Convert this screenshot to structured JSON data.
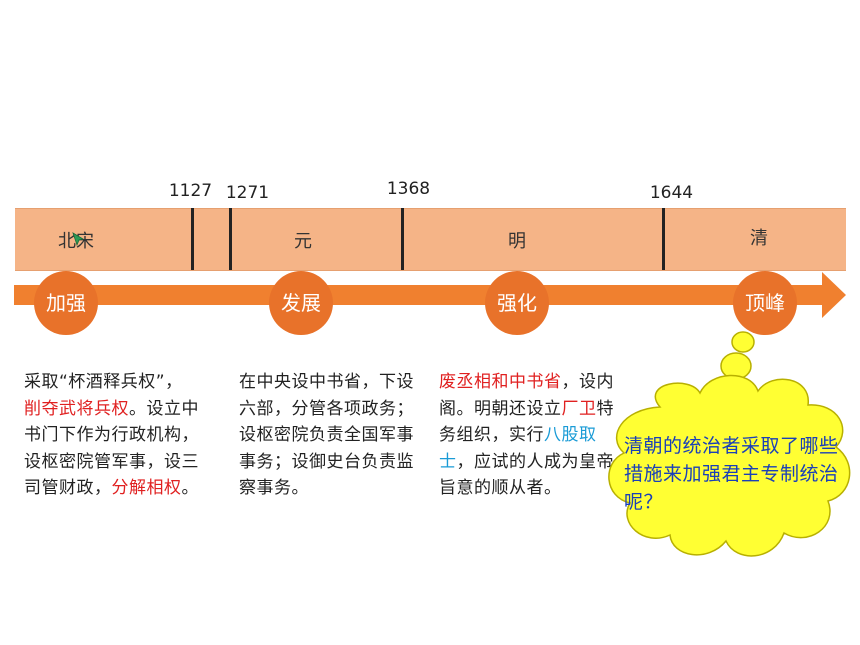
{
  "years": [
    {
      "value": "1127",
      "unit": "年"
    },
    {
      "value": "1271",
      "unit": "年"
    },
    {
      "value": "1368",
      "unit": "年"
    },
    {
      "value": "1644",
      "unit": "年"
    }
  ],
  "dynasties": [
    "北宋",
    "元",
    "明",
    "清"
  ],
  "stages": [
    "加强",
    "发展",
    "强化",
    "顶峰"
  ],
  "descriptions": {
    "song": {
      "p1": "采取“杯酒释兵权”，",
      "r1": "削夺武将兵权",
      "p2": "。设立中书门下作为行政机构，设枢密院管军事，设三司管财政，",
      "r2": "分解相权",
      "p3": "。"
    },
    "yuan": "在中央设中书省，下设六部，分管各项政务；设枢密院负责全国军事事务；设御史台负责监察事务。",
    "ming": {
      "r1": "废丞相和中书省",
      "p1": "，设内阁。明朝还设立",
      "r2": "厂卫",
      "p2": "特务组织，实行",
      "b1": "八股取士",
      "p3": "，应试的人成为皇帝旨意的顺从者。"
    }
  },
  "question": "清朝的统治者采取了哪些措施来加强君主专制统治呢？",
  "colors": {
    "band": "#f5b487",
    "arrow": "#f0802f",
    "circle": "#e8722a",
    "highlight_red": "#e02020",
    "highlight_blue": "#1a9bd6",
    "cloud_fill": "#ffff33",
    "question_text": "#1a40b8"
  }
}
